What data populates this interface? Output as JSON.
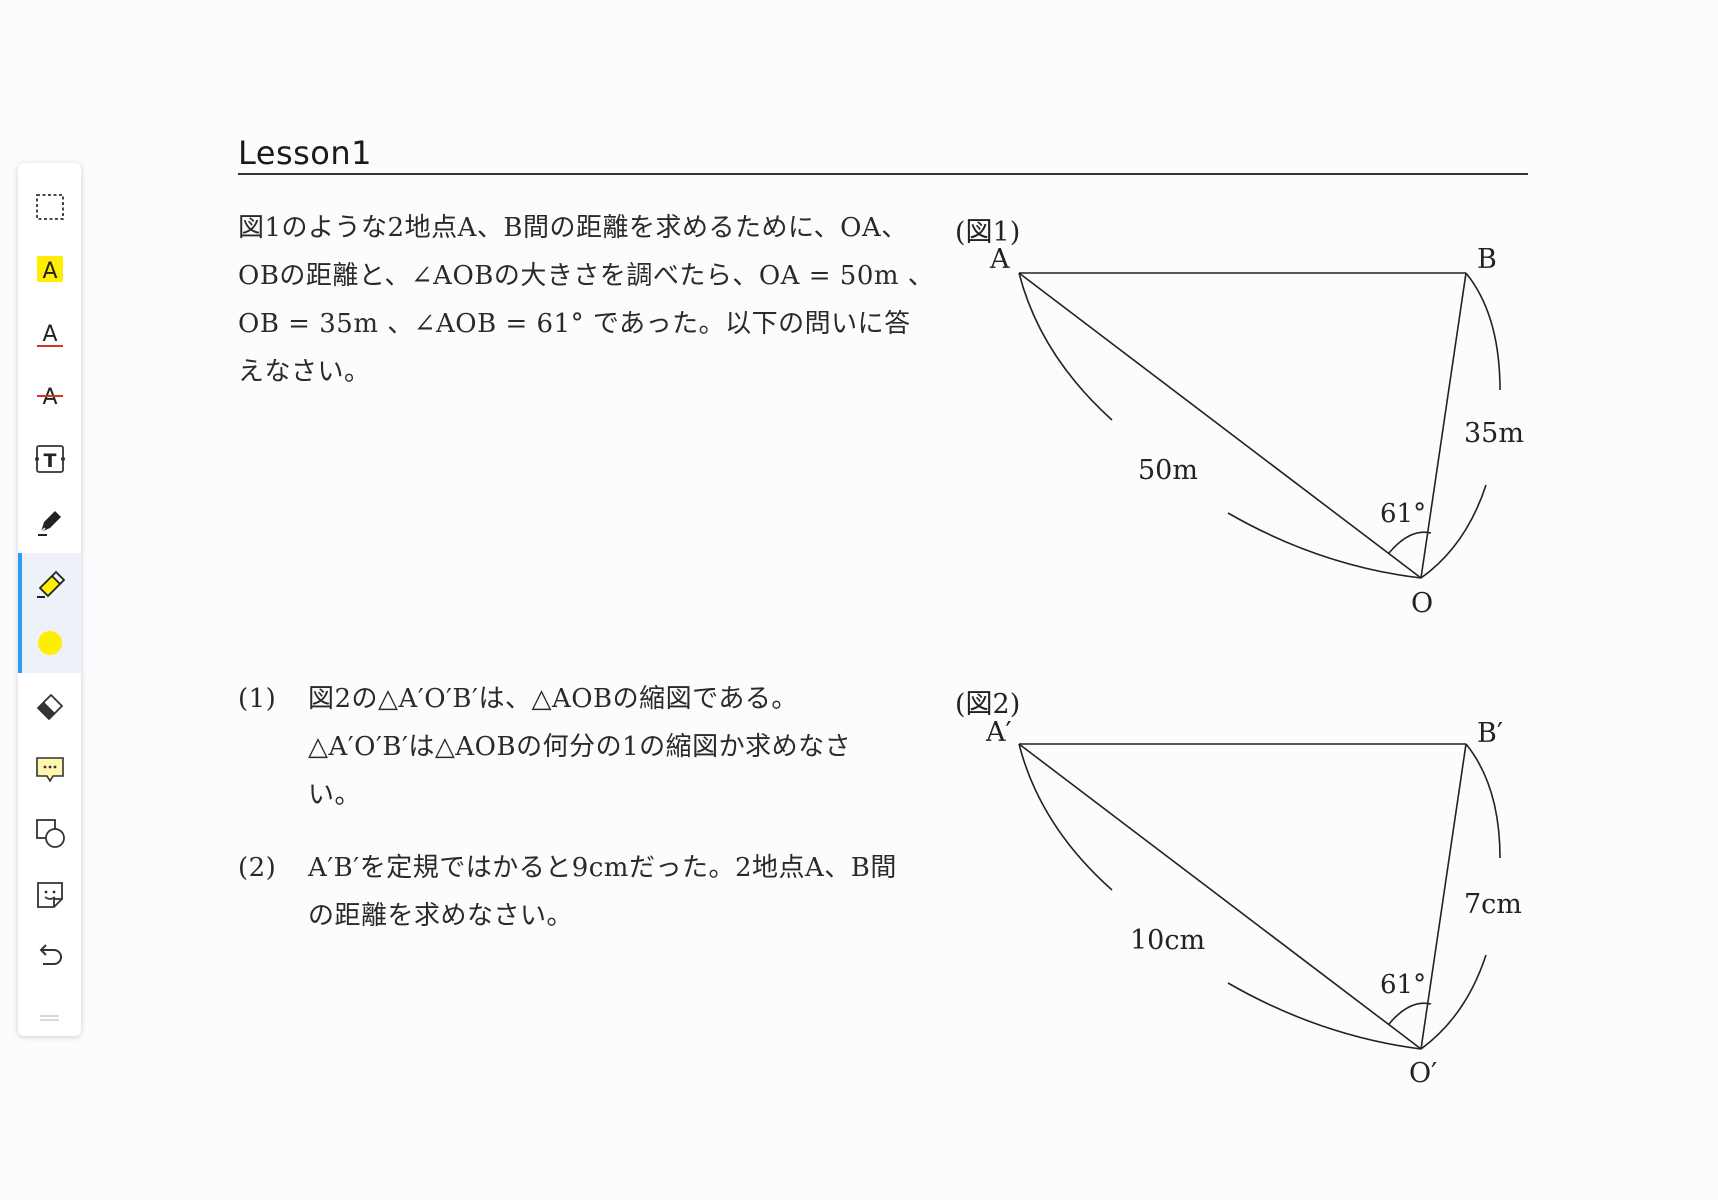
{
  "toolbar": {
    "items": [
      {
        "name": "select-tool",
        "icon": "dashed-rectangle-icon"
      },
      {
        "name": "highlight-text-tool",
        "icon": "highlight-text-icon",
        "glyph": "A"
      },
      {
        "name": "underline-tool",
        "icon": "underline-icon",
        "glyph": "A"
      },
      {
        "name": "strikethrough-tool",
        "icon": "strikethrough-icon",
        "glyph": "A"
      },
      {
        "name": "text-box-tool",
        "icon": "text-box-icon",
        "glyph": "T"
      },
      {
        "name": "pen-tool",
        "icon": "pen-icon"
      },
      {
        "name": "highlighter-tool",
        "icon": "highlighter-icon",
        "active": true
      },
      {
        "name": "color-picker",
        "icon": "color-dot-icon",
        "active": true
      },
      {
        "name": "eraser-tool",
        "icon": "eraser-icon"
      },
      {
        "name": "comment-tool",
        "icon": "comment-icon"
      },
      {
        "name": "shape-tool",
        "icon": "shapes-icon"
      },
      {
        "name": "sticker-tool",
        "icon": "sticker-icon"
      },
      {
        "name": "undo-button",
        "icon": "undo-icon"
      }
    ],
    "colors": {
      "highlight": "#ffee00",
      "accent": "#2c9cf0",
      "underline": "#d9302c"
    }
  },
  "lesson": {
    "title": "Lesson1"
  },
  "problem": {
    "lines": [
      "図1のような2地点A、B間の距離を求めるために、OA、",
      "OBの距離と、∠AOBの大きさを調べたら、OA = 50m 、",
      "OB = 35m 、∠AOB = 61° であった。以下の問いに答",
      "えなさい。"
    ]
  },
  "questions": [
    {
      "number": "(1)",
      "lines": [
        "図2の△A′O′B′は、△AOBの縮図である。",
        "△A′O′B′は△AOBの何分の1の縮図か求めなさ",
        "い。"
      ]
    },
    {
      "number": "(2)",
      "lines": [
        "A′B′を定規ではかると9cmだった。2地点A、B間",
        "の距離を求めなさい。"
      ]
    }
  ],
  "figures": [
    {
      "label": "(図1)",
      "vertex_a": "A",
      "vertex_b": "B",
      "vertex_o": "O",
      "side_oa": "50m",
      "side_ob": "35m",
      "angle": "61°"
    },
    {
      "label": "(図2)",
      "vertex_a": "A′",
      "vertex_b": "B′",
      "vertex_o": "O′",
      "side_oa": "10cm",
      "side_ob": "7cm",
      "angle": "61°"
    }
  ]
}
